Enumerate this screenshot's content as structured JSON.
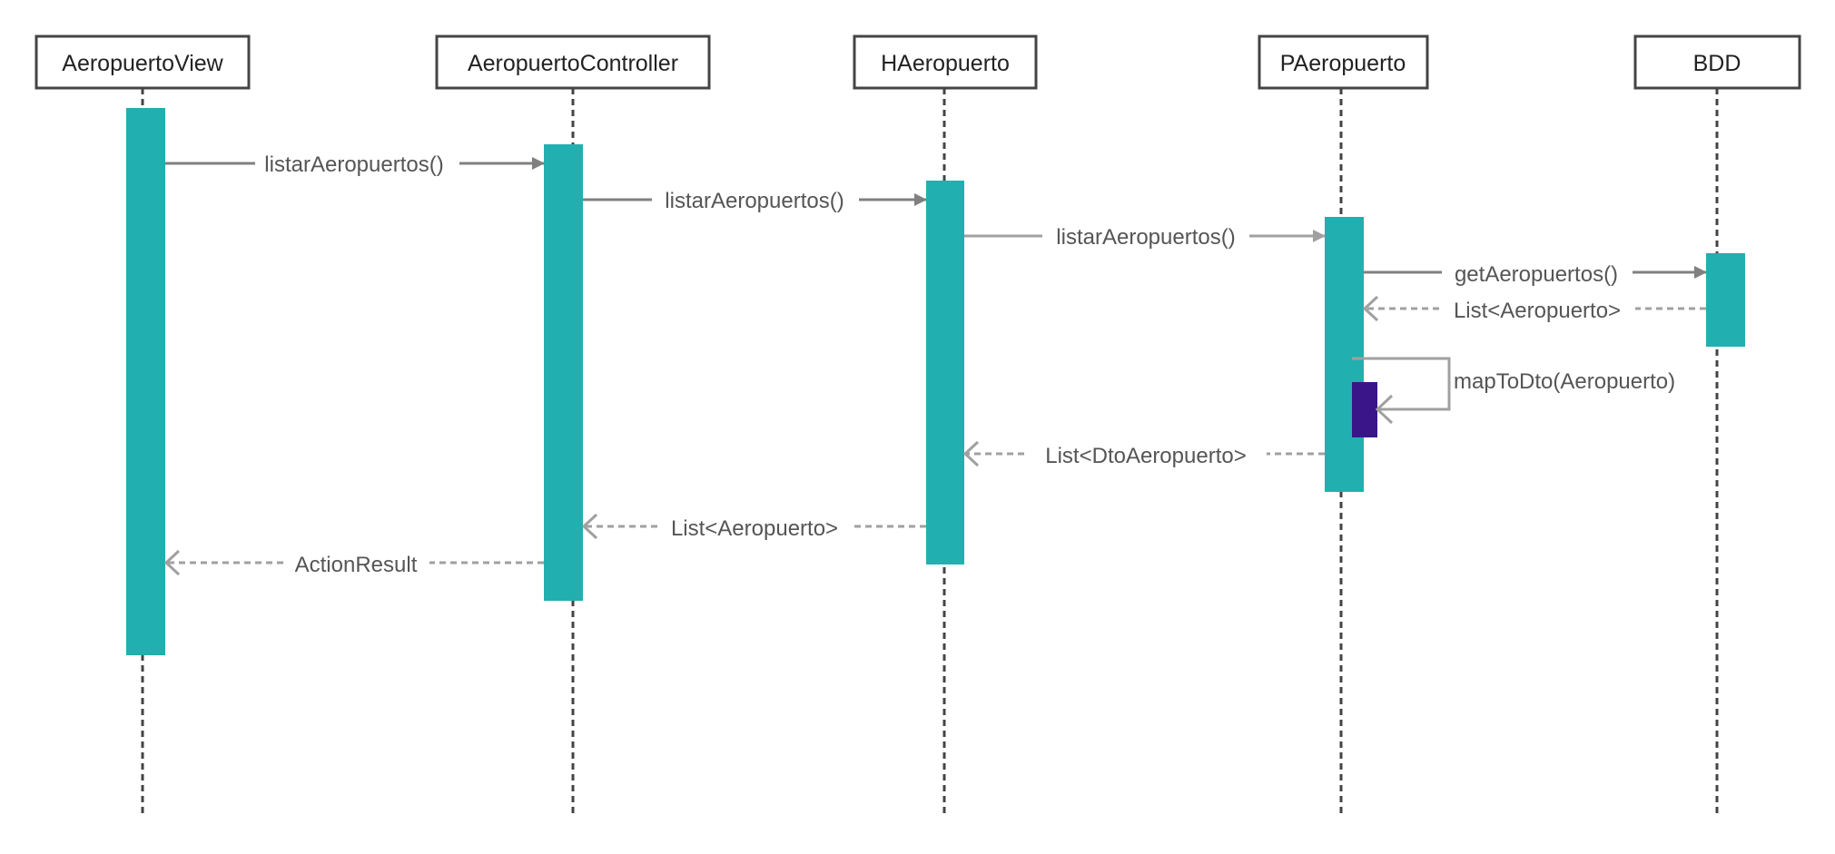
{
  "colors": {
    "activation": "#22afaf",
    "self_activation": "#3a1589",
    "lifeline": "#444444",
    "message_solid": "#808080",
    "message_light": "#a0a0a0",
    "label_text": "#555555",
    "header_border": "#444444"
  },
  "participants": [
    {
      "id": "view",
      "name": "AeropuertoView"
    },
    {
      "id": "controller",
      "name": "AeropuertoController"
    },
    {
      "id": "h",
      "name": "HAeropuerto"
    },
    {
      "id": "p",
      "name": "PAeropuerto"
    },
    {
      "id": "bdd",
      "name": "BDD"
    }
  ],
  "messages": [
    {
      "label": "listarAeropuertos()",
      "from": "AeropuertoView",
      "to": "AeropuertoController",
      "kind": "call"
    },
    {
      "label": "listarAeropuertos()",
      "from": "AeropuertoController",
      "to": "HAeropuerto",
      "kind": "call"
    },
    {
      "label": "listarAeropuertos()",
      "from": "HAeropuerto",
      "to": "PAeropuerto",
      "kind": "call"
    },
    {
      "label": "getAeropuertos()",
      "from": "PAeropuerto",
      "to": "BDD",
      "kind": "call"
    },
    {
      "label": "List<Aeropuerto>",
      "from": "BDD",
      "to": "PAeropuerto",
      "kind": "return"
    },
    {
      "label": "mapToDto(Aeropuerto)",
      "from": "PAeropuerto",
      "to": "PAeropuerto",
      "kind": "self"
    },
    {
      "label": "List<DtoAeropuerto>",
      "from": "PAeropuerto",
      "to": "HAeropuerto",
      "kind": "return"
    },
    {
      "label": "List<Aeropuerto>",
      "from": "HAeropuerto",
      "to": "AeropuertoController",
      "kind": "return"
    },
    {
      "label": "ActionResult",
      "from": "AeropuertoController",
      "to": "AeropuertoView",
      "kind": "return"
    }
  ]
}
